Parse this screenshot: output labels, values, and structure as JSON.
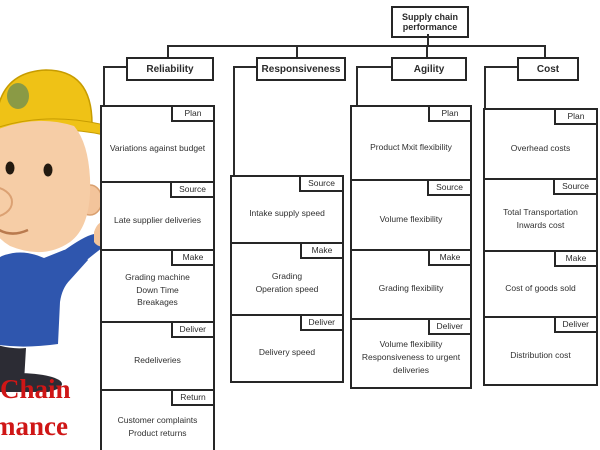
{
  "root": {
    "label": "Supply chain\nperformance"
  },
  "columns": [
    {
      "header": "Reliability",
      "boxes": [
        {
          "tag": "Plan",
          "text": "Variations against budget"
        },
        {
          "tag": "Source",
          "text": "Late supplier deliveries"
        },
        {
          "tag": "Make",
          "text": "Grading machine\nDown Time\nBreakages"
        },
        {
          "tag": "Deliver",
          "text": "Redeliveries"
        },
        {
          "tag": "Return",
          "text": "Customer complaints\nProduct returns"
        }
      ]
    },
    {
      "header": "Responsiveness",
      "boxes": [
        {
          "tag": "Source",
          "text": "Intake supply speed"
        },
        {
          "tag": "Make",
          "text": "Grading\nOperation speed"
        },
        {
          "tag": "Deliver",
          "text": "Delivery speed"
        }
      ]
    },
    {
      "header": "Agility",
      "boxes": [
        {
          "tag": "Plan",
          "text": "Product Mxit flexibility"
        },
        {
          "tag": "Source",
          "text": "Volume flexibility"
        },
        {
          "tag": "Make",
          "text": "Grading flexibility"
        },
        {
          "tag": "Deliver",
          "text": "Volume flexibility\nResponsiveness to urgent\ndeliveries"
        }
      ]
    },
    {
      "header": "Cost",
      "boxes": [
        {
          "tag": "Plan",
          "text": "Overhead costs"
        },
        {
          "tag": "Source",
          "text": "Total Transportation\nInwards cost"
        },
        {
          "tag": "Make",
          "text": "Cost of goods sold"
        },
        {
          "tag": "Deliver",
          "text": "Distribution cost"
        }
      ]
    }
  ],
  "watermark": {
    "line1": "Chain",
    "line2": "mance",
    "color": "#cf1616"
  },
  "mascot": {
    "icon": "builder-cartoon"
  },
  "colors": {
    "line": "#2b2b2b",
    "box_border": "#262626",
    "background": "#ffffff"
  }
}
